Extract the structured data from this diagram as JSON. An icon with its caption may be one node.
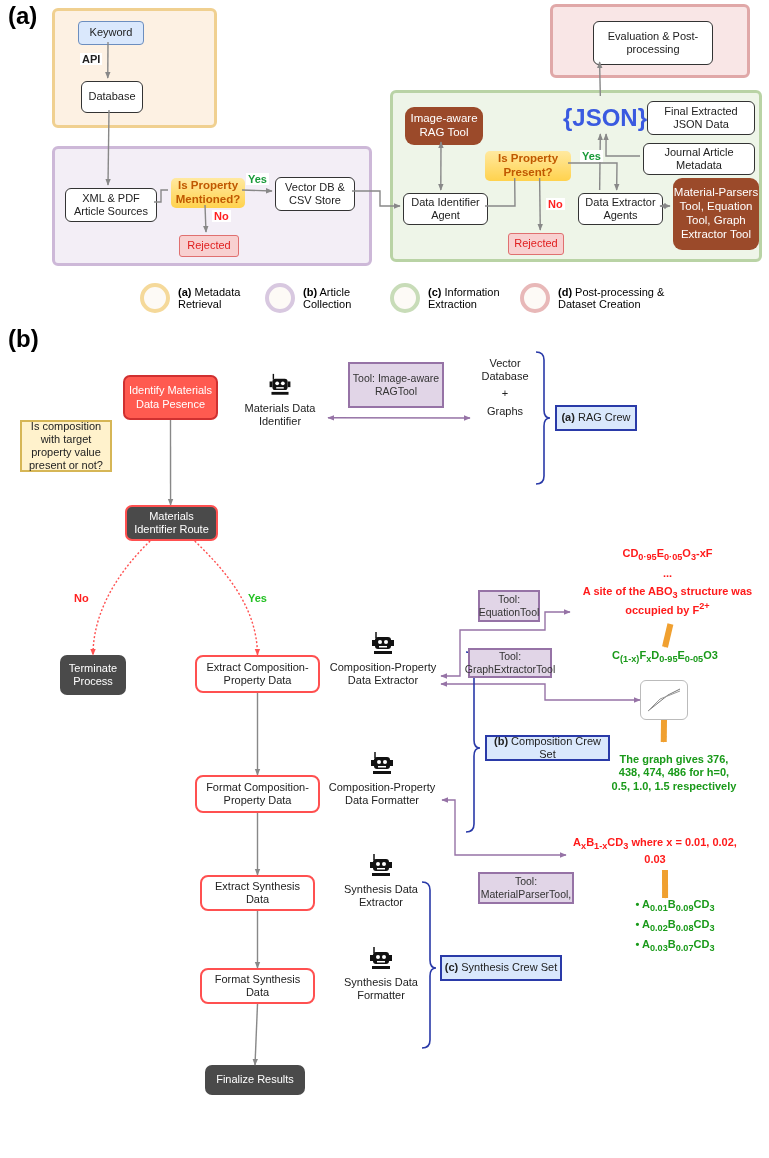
{
  "diagram": {
    "nodes": [
      {
        "text": [],
        "shape": "box"
      },
      {
        "text": [
          "Keyword"
        ],
        "in": 0
      },
      {
        "text": [
          "Database"
        ],
        "in": 0
      },
      {
        "text": [],
        "shape": "box"
      },
      {
        "text": [
          "XML & PDF Article Sources"
        ],
        "in": 3
      },
      {
        "text": [
          "Is Property Mentioned?"
        ],
        "in": 3
      },
      {
        "text": [
          "Rejected"
        ],
        "in": 3
      },
      {
        "text": [
          "Vector DB & CSV Store"
        ],
        "in": 3
      },
      {
        "text": [],
        "shape": "box"
      },
      {
        "text": [
          "Image-aware RAG Tool"
        ],
        "in": 8
      },
      {
        "text": [
          "Data Identifier Agent"
        ],
        "in": 8
      },
      {
        "text": [
          "Is Property Present?"
        ],
        "in": 8
      },
      {
        "text": [
          "Rejected"
        ],
        "in": 8
      },
      {
        "text": [
          "Data Extractor Agents"
        ],
        "in": 8
      },
      {
        "text": [
          "Material-Parsers Tool, Equation Tool, Graph Extractor Tool"
        ],
        "in": 8
      },
      {
        "text": [
          "Journal Article Metadata"
        ],
        "in": 8
      },
      {
        "text": [
          "{JSON}",
          "Final Extracted JSON Data"
        ],
        "in": 8
      },
      {
        "text": [],
        "shape": "box"
      },
      {
        "text": [
          "Evaluation & Post-processing"
        ],
        "in": 17
      },
      {
        "text": [
          "Identify Materials Data Pesence"
        ]
      },
      {
        "text": [
          "Is composition with target property value present or not?"
        ]
      },
      {
        "text": [
          "Materials Identifier Route"
        ]
      },
      {
        "text": [
          "Terminate Process"
        ]
      },
      {
        "text": [
          "Extract Composition-Property Data"
        ]
      },
      {
        "text": [
          "Format Composition-Property Data"
        ]
      },
      {
        "text": [
          "Extract Synthesis Data"
        ]
      },
      {
        "text": [
          "Format Synthesis Data"
        ]
      },
      {
        "text": [
          "Finalize Results"
        ]
      },
      {
        "text": [
          "Materials Data Identifier"
        ]
      },
      {
        "text": [
          "Vector Database",
          "+",
          "Graphs"
        ]
      },
      {
        "text": [
          "**(a)** RAG Crew"
        ]
      },
      {
        "text": [
          "Composition-Property Data Extractor"
        ]
      },
      {
        "text": [
          "Composition-Property Data Formatter"
        ]
      },
      {
        "text": [
          "Synthesis Data Extractor"
        ]
      },
      {
        "text": [
          "Synthesis Data Formatter"
        ]
      },
      {
        "text": [
          "**(b)** Composition Crew Set"
        ]
      },
      {
        "text": [
          "**(c)** Synthesis Crew Set"
        ]
      },
      {
        "text": [
          "CD$_{0·95}$E$_{0·05}$O$_{3}$-xF",
          "...",
          "A site of the ABO$_{3}$ structure was occupied by F$^{2+}$"
        ]
      },
      {
        "text": [
          "C$_{(1-x)}$F$_{x}$D$_{0-95}$E$_{0-05}$O3"
        ]
      },
      {
        "text": [],
        "shape": "box"
      },
      {
        "text": [
          "The graph gives 376, 438, 474, 486 for h=0, 0.5, 1.0, 1.5 respectively"
        ]
      },
      {
        "text": [
          "A$_{x}$B$_{1-x}$CD$_{3}$ where x = 0.01, 0.02, 0.03"
        ]
      },
      {
        "text": [
          "• A$_{0.01}$B$_{0.09}$CD$_{3}$",
          "• A$_{0.02}$B$_{0.08}$CD$_{3}$",
          "• A$_{0.03}$B$_{0.07}$CD$_{3}$"
        ]
      }
    ],
    "edges": [
      {
        "from": 1,
        "to": 2,
        "arrow": "to",
        "label": "API"
      },
      {
        "from": 2,
        "to": 4,
        "arrow": "to"
      },
      {
        "from": 4,
        "to": 5,
        "arrow": "none"
      },
      {
        "from": 5,
        "to": 7,
        "arrow": "to",
        "label": "Yes"
      },
      {
        "from": 5,
        "to": 6,
        "arrow": "to",
        "label": "No"
      },
      {
        "from": 7,
        "to": 10,
        "arrow": "to"
      },
      {
        "from": 10,
        "to": 9,
        "arrow": "both"
      },
      {
        "from": 10,
        "to": 11,
        "arrow": "none"
      },
      {
        "from": 11,
        "to": 13,
        "arrow": "to",
        "label": "Yes"
      },
      {
        "from": 11,
        "to": 12,
        "arrow": "to",
        "label": "No"
      },
      {
        "from": 13,
        "to": 14,
        "arrow": "both"
      },
      {
        "from": 13,
        "to": 16,
        "arrow": "to"
      },
      {
        "from": 15,
        "to": 16,
        "arrow": "to"
      },
      {
        "from": 16,
        "to": 18,
        "arrow": "to"
      },
      {
        "from": 19,
        "to": 21,
        "arrow": "to"
      },
      {
        "from": 21,
        "to": 22,
        "arrow": "to",
        "label": "No",
        "style": "dashed",
        "color": "#ff5050"
      },
      {
        "from": 21,
        "to": 23,
        "arrow": "to",
        "label": "Yes",
        "style": "dashed",
        "color": "#ff5050"
      },
      {
        "from": 23,
        "to": 24,
        "arrow": "to"
      },
      {
        "from": 24,
        "to": 25,
        "arrow": "to"
      },
      {
        "from": 25,
        "to": 26,
        "arrow": "to"
      },
      {
        "from": 26,
        "to": 27,
        "arrow": "to"
      },
      {
        "from": 28,
        "to": 29,
        "arrow": "both",
        "label": "Tool: Image-aware RAGTool",
        "color": "#9673a6"
      },
      {
        "from": 31,
        "to": 37,
        "arrow": "both",
        "label": "Tool: EquationTool",
        "color": "#9673a6"
      },
      {
        "from": 31,
        "to": 39,
        "arrow": "both",
        "label": "Tool: GraphExtractorTool",
        "color": "#9673a6"
      },
      {
        "from": 32,
        "to": 41,
        "arrow": "both",
        "label": "Tool: MaterialParserTool,",
        "color": "#9673a6"
      },
      {
        "from": 37,
        "to": 38,
        "arrow": "to",
        "style": "thick",
        "color": "#f0a030"
      },
      {
        "from": 39,
        "to": 40,
        "arrow": "to",
        "style": "thick",
        "color": "#f0a030"
      },
      {
        "from": 41,
        "to": 42,
        "arrow": "to",
        "style": "thick",
        "color": "#f0a030"
      }
    ],
    "labels": [
      "(a)",
      "(b)"
    ],
    "legend": [
      {
        "text": "**(a)** Metadata Retrieval",
        "color": "#f5d99a"
      },
      {
        "text": "**(b)** Article Collection",
        "color": "#d8c8e0"
      },
      {
        "text": "**(c)** Information Extraction",
        "color": "#c8dcb8"
      },
      {
        "text": "**(d)** Post-processing & Dataset Creation",
        "color": "#e8b8b8"
      }
    ]
  }
}
